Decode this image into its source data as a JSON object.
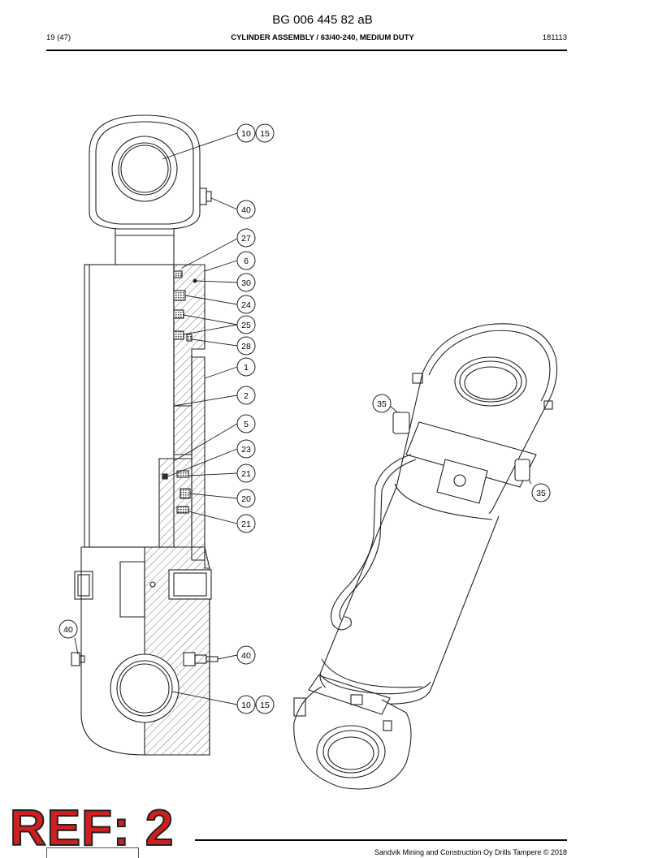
{
  "header": {
    "doc_code": "BG 006 445 82 aB",
    "page": "19 (47)",
    "title": "CYLINDER ASSEMBLY / 63/40-240, MEDIUM DUTY",
    "date": "181113"
  },
  "callouts": {
    "c10a": "10",
    "c15a": "15",
    "c40a": "40",
    "c27": "27",
    "c6": "6",
    "c30": "30",
    "c24": "24",
    "c25": "25",
    "c28": "28",
    "c1": "1",
    "c2": "2",
    "c5": "5",
    "c23": "23",
    "c21a": "21",
    "c20": "20",
    "c21b": "21",
    "c40b": "40",
    "c40c": "40",
    "c10b": "10",
    "c15b": "15",
    "c35a": "35",
    "c35b": "35"
  },
  "stamp": "REF: 2",
  "footer": "Sandvik Mining and Construction Oy Drills Tampere © 2018",
  "colors": {
    "stamp": "#d11f1f",
    "line": "#222222"
  }
}
